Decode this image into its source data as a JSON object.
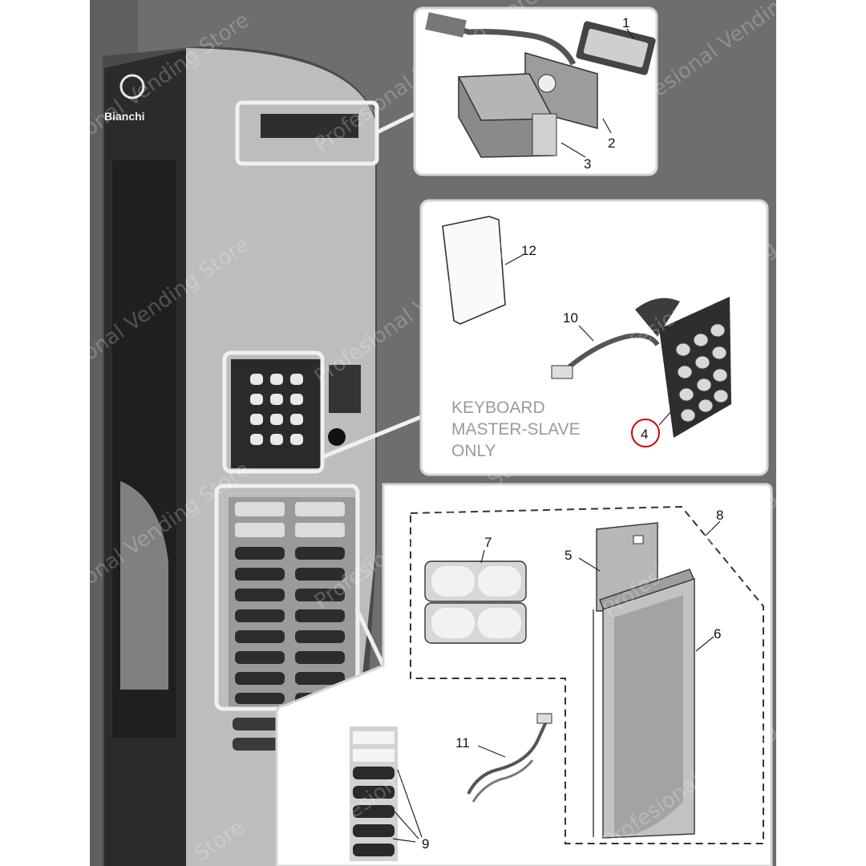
{
  "brand": {
    "logo_text": "Bianchi"
  },
  "callouts": {
    "p1": "1",
    "p2": "2",
    "p3": "3",
    "p4": "4",
    "p5": "5",
    "p6": "6",
    "p7": "7",
    "p8": "8",
    "p9": "9",
    "p10": "10",
    "p11": "11",
    "p12": "12"
  },
  "keyboard_note": {
    "line1": "KEYBOARD",
    "line2": "MASTER-SLAVE",
    "line3": "ONLY"
  },
  "watermark": {
    "text": "Profesional Vending Store",
    "short": "Store"
  },
  "colors": {
    "background": "#ffffff",
    "photo_bg": "#6e6e6e",
    "machine": "#bdbdbd",
    "highlight_ring": "#d40000"
  }
}
